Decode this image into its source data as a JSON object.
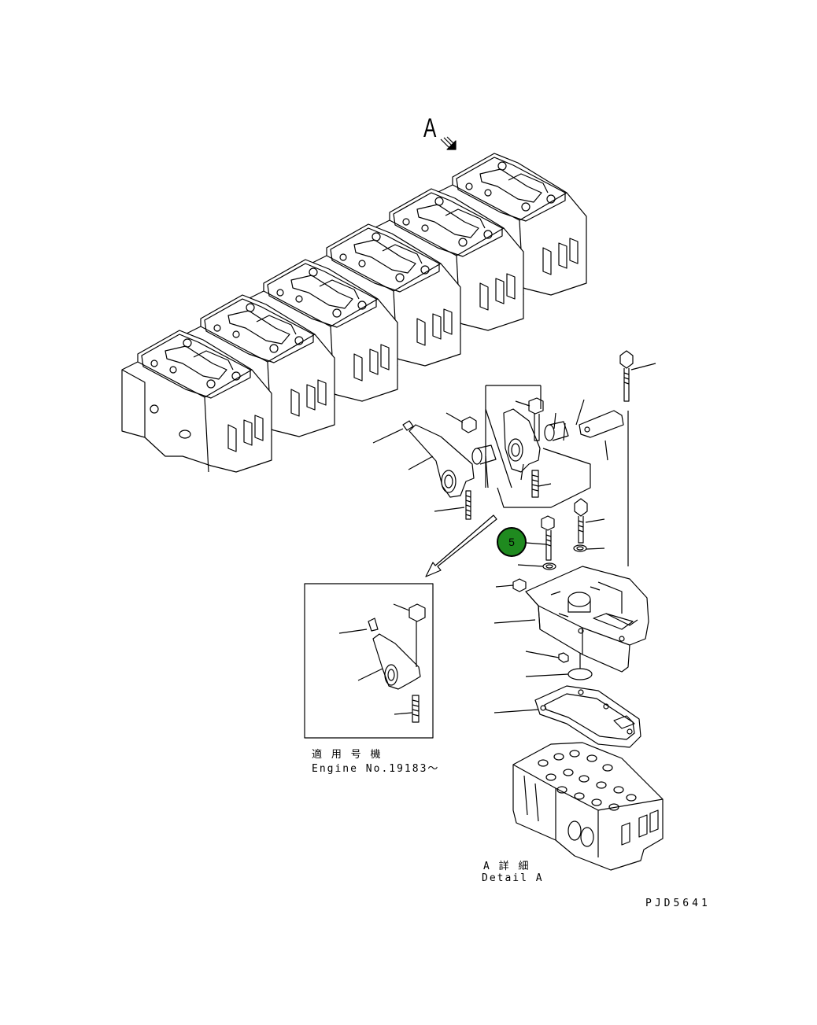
{
  "view_marker": {
    "letter": "A"
  },
  "callouts": [
    {
      "number": "5"
    }
  ],
  "inset": {
    "title_jp": "適 用 号 機",
    "title_en": "Engine No.19183～"
  },
  "detail": {
    "title_jp": "A 詳 細",
    "title_en": "Detail A"
  },
  "drawing_code": "PJD5641",
  "colors": {
    "callout_fill": "#1f8a1f",
    "line": "#000000",
    "background": "#ffffff"
  }
}
